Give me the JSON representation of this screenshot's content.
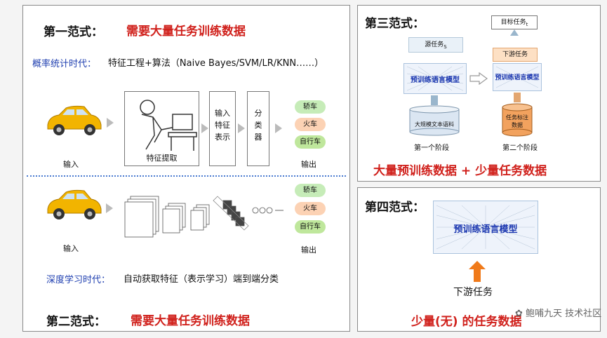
{
  "panel1": {
    "paradigm": "第一范式：",
    "requirement": "需要大量任务训练数据",
    "era_label": "概率统计时代：",
    "era_desc": "特征工程+算法（Naive Bayes/SVM/LR/KNN……）",
    "input": "输入",
    "feature_extraction": "特征提取",
    "feature_repr": [
      "输入",
      "特征",
      "表示"
    ],
    "classifier": [
      "分",
      "类",
      "器"
    ],
    "output": "输出",
    "classes": [
      "轿车",
      "火车",
      "自行车"
    ]
  },
  "panel2": {
    "input": "输入",
    "output": "输出",
    "classes": [
      "轿车",
      "火车",
      "自行车"
    ],
    "era_label": "深度学习时代：",
    "era_desc": "自动获取特征（表示学习）端到端分类",
    "paradigm": "第二范式：",
    "requirement": "需要大量任务训练数据"
  },
  "panel3": {
    "paradigm": "第三范式：",
    "source_task": "源任务",
    "source_sub": "S",
    "target_task": "目标任务",
    "target_sub": "t",
    "downstream": "下游任务",
    "model": "预训练语言模型",
    "corpus": "大规模文本语料",
    "task_data": "任务标注数据",
    "stage1": "第一个阶段",
    "stage2": "第二个阶段",
    "summary": "大量预训练数据 + 少量任务数据"
  },
  "panel4": {
    "paradigm": "第四范式：",
    "model": "预训练语言模型",
    "downstream": "下游任务",
    "summary": "少量(无) 的任务数据"
  },
  "watermark": "鲍哺九天 技术社区",
  "colors": {
    "red": "#d0211c",
    "blue": "#1f3fb0",
    "car": "#f2b400",
    "pill_green": "#c6ecb8",
    "pill_orange": "#fcd2b4",
    "pill_lime": "#bfe79c",
    "arrow_orange": "#f07a1a",
    "model_blue": "#1a36b0"
  }
}
